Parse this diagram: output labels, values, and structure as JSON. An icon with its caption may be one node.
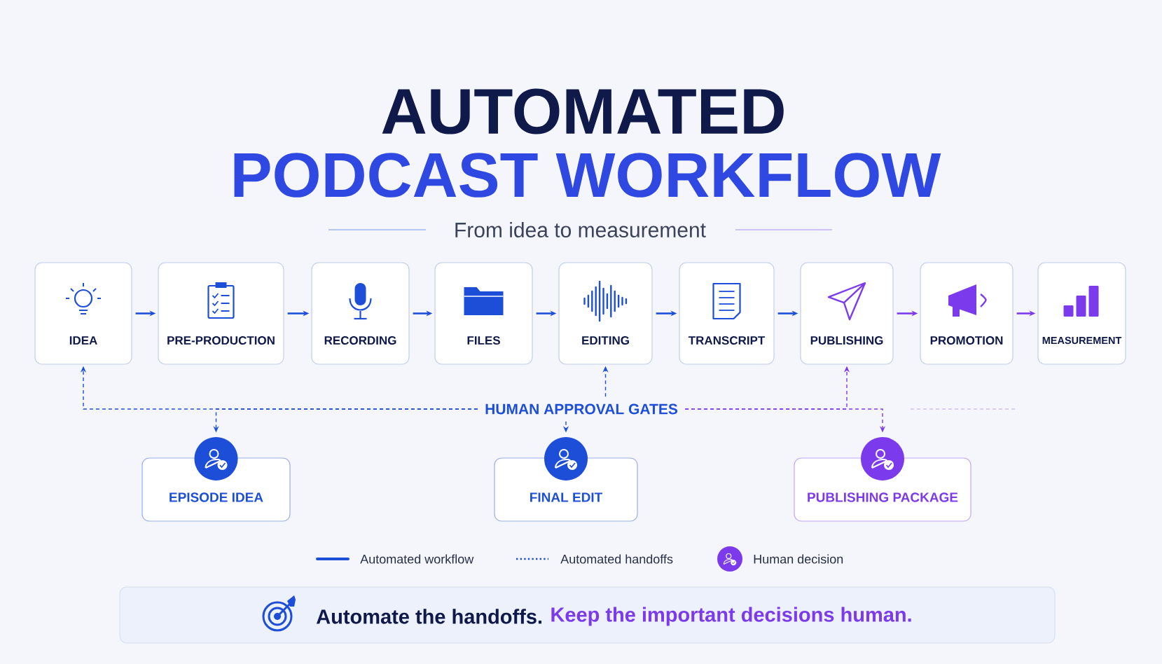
{
  "diagram": {
    "title": "AUTOMATED",
    "nodes": [
      {
        "text": [
          "IDEA"
        ]
      },
      {
        "text": [
          "PRE-PRODUCTION"
        ]
      },
      {
        "text": [
          "RECORDING"
        ]
      },
      {
        "text": [
          "FILES"
        ]
      },
      {
        "text": [
          "EDITING"
        ]
      },
      {
        "text": [
          "TRANSCRIPT"
        ]
      },
      {
        "text": [
          "PUBLISHING"
        ]
      },
      {
        "text": [
          "PROMOTION"
        ]
      },
      {
        "text": [
          "MEASUREMENT"
        ]
      },
      {
        "text": [
          "HUMAN APPROVAL GATES"
        ]
      },
      {
        "text": [
          "EPISODE IDEA"
        ]
      },
      {
        "text": [
          "FINAL EDIT"
        ]
      },
      {
        "text": [
          "PUBLISHING PACKAGE"
        ]
      }
    ],
    "edges": [
      {
        "from": 0,
        "to": 1,
        "arrow": "to"
      },
      {
        "from": 1,
        "to": 2,
        "arrow": "to"
      },
      {
        "from": 2,
        "to": 3,
        "arrow": "to"
      },
      {
        "from": 3,
        "to": 4,
        "arrow": "to"
      },
      {
        "from": 4,
        "to": 5,
        "arrow": "to"
      },
      {
        "from": 5,
        "to": 6,
        "arrow": "to"
      },
      {
        "from": 6,
        "to": 7,
        "arrow": "to",
        "color": "#7c3aed"
      },
      {
        "from": 7,
        "to": 8,
        "arrow": "to",
        "color": "#7c3aed"
      },
      {
        "from": 9,
        "to": 0,
        "arrow": "to",
        "style": "dashed"
      },
      {
        "from": 9,
        "to": 10,
        "arrow": "to",
        "style": "dashed"
      },
      {
        "from": 9,
        "to": 4,
        "arrow": "to",
        "style": "dashed"
      },
      {
        "from": 9,
        "to": 11,
        "arrow": "to",
        "style": "dashed"
      },
      {
        "from": 9,
        "to": 6,
        "arrow": "to",
        "style": "dashed",
        "color": "#7c3aed"
      },
      {
        "from": 9,
        "to": 12,
        "arrow": "to",
        "style": "dashed",
        "color": "#7c3aed"
      }
    ],
    "labels": [
      "PODCAST WORKFLOW",
      "From idea to measurement",
      "Automate the handoffs.",
      "Keep the important decisions human."
    ],
    "legend": [
      {
        "text": "Automated workflow"
      },
      {
        "text": "Automated handoffs"
      },
      {
        "text": "Human decision"
      }
    ]
  }
}
